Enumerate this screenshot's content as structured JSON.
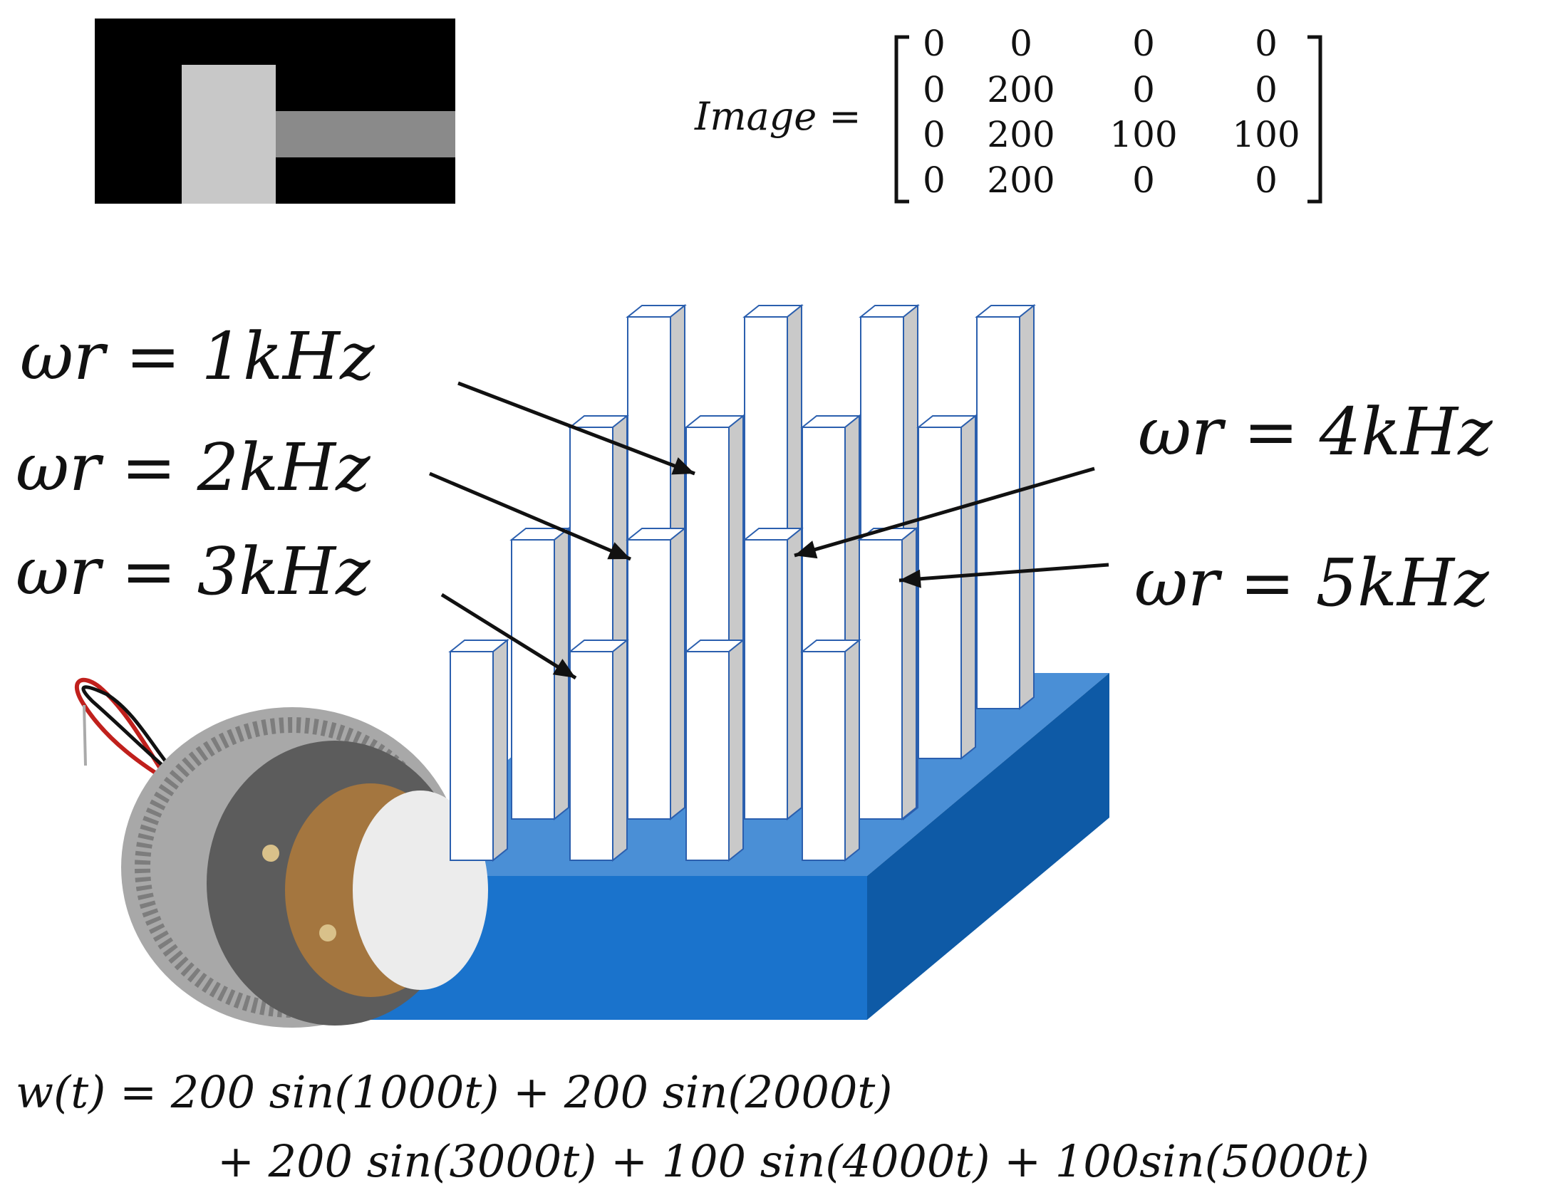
{
  "image_matrix": {
    "lhs": "Image =",
    "rows": [
      [
        "0",
        "0",
        "0",
        "0"
      ],
      [
        "0",
        "200",
        "0",
        "0"
      ],
      [
        "0",
        "200",
        "100",
        "100"
      ],
      [
        "0",
        "200",
        "0",
        "0"
      ]
    ]
  },
  "frequency_labels": [
    "ωr = 1kHz",
    "ωr = 2kHz",
    "ωr = 3kHz",
    "ωr = 4kHz",
    "ωr = 5kHz"
  ],
  "equation": {
    "line1": "w(t) = 200 sin(1000t) + 200 sin(2000t)",
    "line2": "+ 200 sin(3000t) + 100 sin(4000t) + 100sin(5000t)"
  },
  "colors": {
    "base_front": "#1a73cc",
    "base_top": "#4a8fd6",
    "base_side": "#0e5aa6",
    "pillar_front": "#ffffff",
    "pillar_side": "#c9c9c9",
    "pillar_outline": "#2b5fae",
    "thumb_black": "#000000",
    "thumb_light": "#c8c8c8",
    "thumb_mid": "#8a8a8a"
  }
}
